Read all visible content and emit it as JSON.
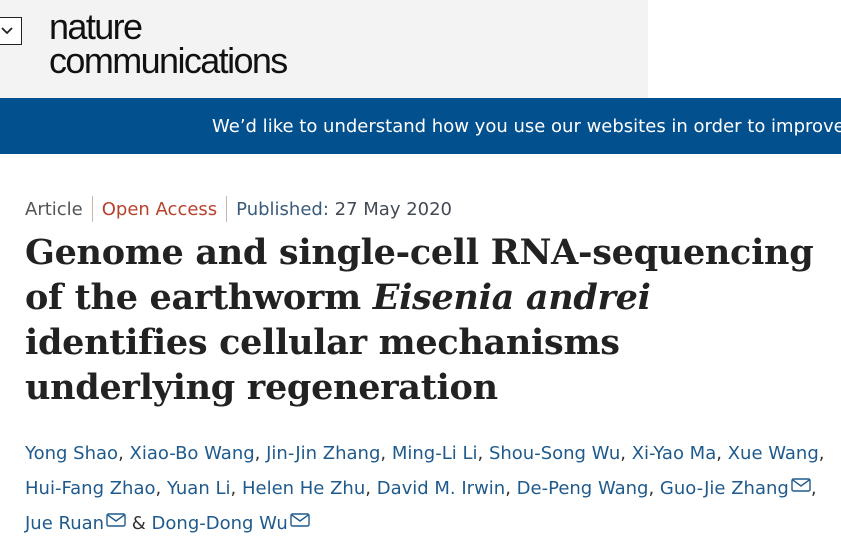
{
  "header": {
    "logo_line1": "nature",
    "logo_line2": "communications",
    "menu_icon": "chevron-down-icon"
  },
  "banner": {
    "text": "We’d like to understand how you use our websites in order to improve t"
  },
  "meta": {
    "type": "Article",
    "access": "Open Access",
    "published_label": "Published:",
    "published_date": "27 May 2020"
  },
  "title": {
    "part1": "Genome and single-cell RNA-sequencing of the earthworm ",
    "species": "Eisenia andrei",
    "part2": " identifies cellular mechanisms underlying regeneration"
  },
  "authors": [
    {
      "name": "Yong Shao",
      "mail": false
    },
    {
      "name": "Xiao-Bo Wang",
      "mail": false
    },
    {
      "name": "Jin-Jin Zhang",
      "mail": false
    },
    {
      "name": "Ming-Li Li",
      "mail": false
    },
    {
      "name": "Shou-Song Wu",
      "mail": false
    },
    {
      "name": "Xi-Yao Ma",
      "mail": false
    },
    {
      "name": "Xue Wang",
      "mail": false
    },
    {
      "name": "Hui-Fang Zhao",
      "mail": false
    },
    {
      "name": "Yuan Li",
      "mail": false
    },
    {
      "name": "Helen He Zhu",
      "mail": false
    },
    {
      "name": "David M. Irwin",
      "mail": false
    },
    {
      "name": "De-Peng Wang",
      "mail": false
    },
    {
      "name": "Guo-Jie Zhang",
      "mail": true
    },
    {
      "name": "Jue Ruan",
      "mail": true
    },
    {
      "name": "Dong-Dong Wu",
      "mail": true
    }
  ],
  "authors_separator": ", ",
  "authors_last_separator": " & ",
  "colors": {
    "banner": "#03508f",
    "link": "#1f5a8c",
    "open_access": "#b8412e"
  }
}
